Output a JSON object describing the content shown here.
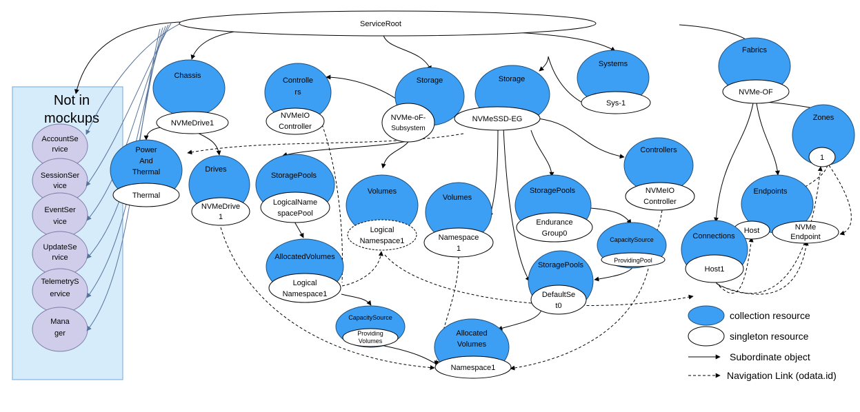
{
  "root": {
    "label": "ServiceRoot"
  },
  "not_in_mockups": {
    "title": [
      "Not in",
      "mockups"
    ],
    "items": [
      [
        "AccountSe",
        "rvice"
      ],
      [
        "SessionSer",
        "vice"
      ],
      [
        "EventSer",
        "vice"
      ],
      [
        "UpdateSe",
        "rvice"
      ],
      [
        "TelemetryS",
        "ervice"
      ],
      [
        "Mana",
        "ger"
      ]
    ]
  },
  "collections": {
    "chassis": [
      "Chassis"
    ],
    "power_thermal": [
      "Power",
      "And",
      "Thermal"
    ],
    "drives": [
      "Drives"
    ],
    "controllers_a": [
      "Controlle",
      "rs"
    ],
    "storage_pools_a": [
      "StoragePools"
    ],
    "allocated_volumes_a": [
      "AllocatedVolumes"
    ],
    "capacity_source_a": [
      "CapacitySource"
    ],
    "storage_a": [
      "Storage"
    ],
    "storage_b": [
      "Storage"
    ],
    "volumes_a": [
      "Volumes"
    ],
    "volumes_b": [
      "Volumes"
    ],
    "storage_pools_b": [
      "StoragePools"
    ],
    "capacity_source_b": [
      "CapacitySource"
    ],
    "storage_pools_c": [
      "StoragePools"
    ],
    "allocated_volumes_b": [
      "Allocated",
      "Volumes"
    ],
    "controllers_b": [
      "Controllers"
    ],
    "systems": [
      "Systems"
    ],
    "fabrics": [
      "Fabrics"
    ],
    "zones": [
      "Zones"
    ],
    "endpoints": [
      "Endpoints"
    ],
    "connections": [
      "Connections"
    ]
  },
  "singletons": {
    "nvmedrive_chassis": [
      "NVMeDrive1"
    ],
    "thermal": [
      "Thermal"
    ],
    "nvmedrive_drives": [
      "NVMeDrive",
      "1"
    ],
    "nvmeio_controller_a": [
      "NVMeIO",
      "Controller"
    ],
    "logical_namespace_pool": [
      "LogicalName",
      "spacePool"
    ],
    "logical_namespace_alloc": [
      "Logical",
      "Namespace1"
    ],
    "providing_volumes": [
      "Providing",
      "Volumes"
    ],
    "nvme_of_subsystem": [
      "NVMe-oF-",
      "Subsystem"
    ],
    "nvmessd_eg": [
      "NVMeSSD-EG"
    ],
    "logical_namespace_vol": [
      "Logical",
      "Namespace1"
    ],
    "namespace_vol": [
      "Namespace",
      "1"
    ],
    "endurance_group": [
      "Endurance",
      "Group0"
    ],
    "providing_pool": [
      "ProvidingPool"
    ],
    "default_set": [
      "DefaultSe",
      "t0"
    ],
    "namespace_alloc": [
      "Namespace1"
    ],
    "nvmeio_controller_b": [
      "NVMeIO",
      "Controller"
    ],
    "sys1": [
      "Sys-1"
    ],
    "nvme_of": [
      "NVMe-OF"
    ],
    "zone1": [
      "1"
    ],
    "host": [
      "Host"
    ],
    "nvme_endpoint": [
      "NVMe",
      "Endpoint"
    ],
    "host1": [
      "Host1"
    ]
  },
  "legend": {
    "collection": "collection resource",
    "singleton": "singleton resource",
    "subordinate": "Subordinate object",
    "navigation": "Navigation Link (odata.id)"
  },
  "colors": {
    "collection_fill": "#3d9ff3",
    "not_in_mockups_panel": "#d6ecfb",
    "not_in_mockups_item": "#d0cdea"
  }
}
